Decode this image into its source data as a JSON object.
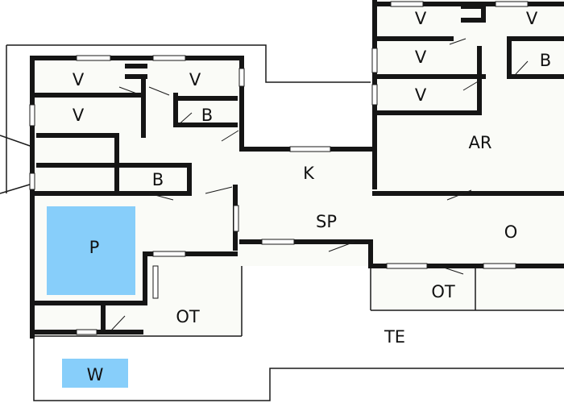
{
  "floorplan": {
    "colors": {
      "wall": "#151515",
      "thin_line": "#1a1a1a",
      "pool": "#87cefa",
      "spa": "#87cefa",
      "floor": "#fafbf7",
      "exterior": "#ffffff"
    },
    "rooms": {
      "bedroom_1": "V",
      "bedroom_2": "V",
      "bedroom_3": "V",
      "bedroom_4": "V",
      "bedroom_5": "V",
      "bedroom_6": "V",
      "bedroom_7": "V",
      "bath_1": "B",
      "bath_2": "B",
      "bath_3": "B",
      "kitchen": "K",
      "dining": "SP",
      "living": "AR",
      "activity": "O",
      "pool": "P",
      "spa": "W",
      "utility_1": "OT",
      "utility_2": "OT",
      "terrace": "TE"
    }
  }
}
